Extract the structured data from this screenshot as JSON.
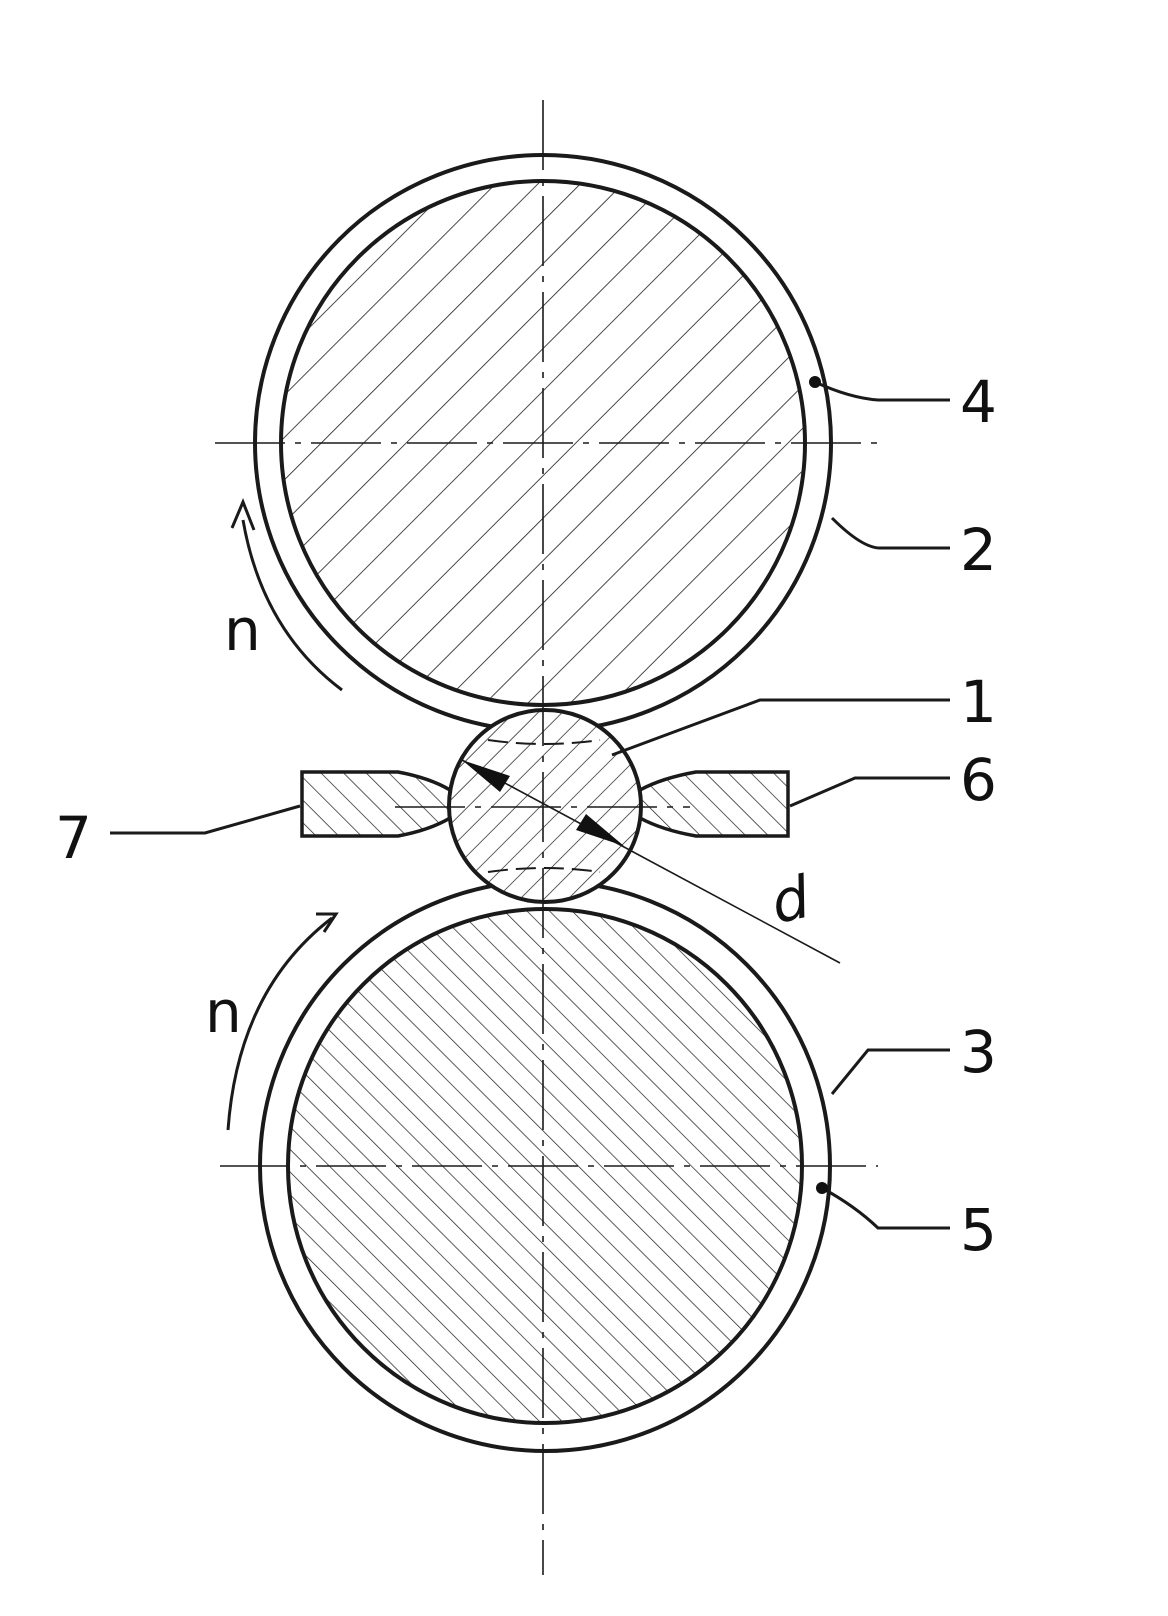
{
  "labels": {
    "ref_1": "1",
    "ref_2": "2",
    "ref_3": "3",
    "ref_4": "4",
    "ref_5": "5",
    "ref_6": "6",
    "ref_7": "7",
    "rotation_upper": "n",
    "rotation_lower": "n",
    "dimension_d": "d"
  },
  "colors": {
    "line": "#1a1a1a",
    "background": "#ffffff"
  }
}
